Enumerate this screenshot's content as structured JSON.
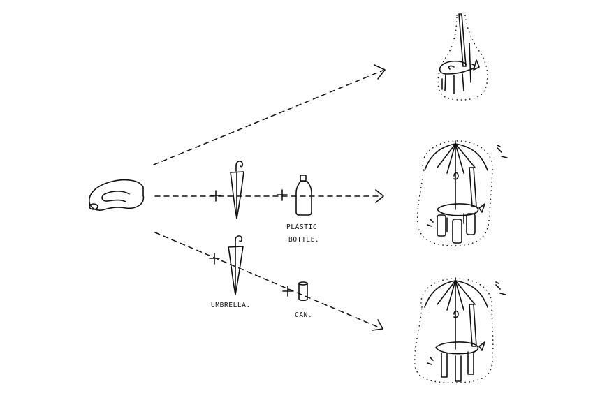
{
  "labels": {
    "plastic_line1": "PLASTIC",
    "plastic_line2": "BOTTLE.",
    "umbrella": "UMBRELLA.",
    "can": "CAN."
  },
  "ink_color": "#111111",
  "background_color": "#ffffff"
}
